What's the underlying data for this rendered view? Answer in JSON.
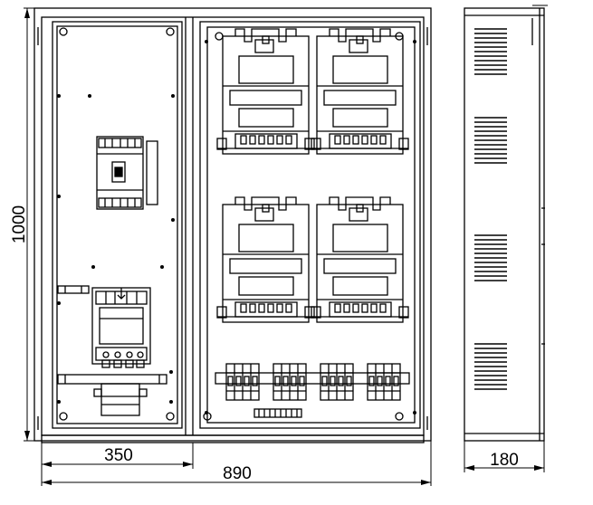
{
  "dimensions": {
    "height": "1000",
    "left_width": "350",
    "total_width": "890",
    "depth": "180"
  }
}
